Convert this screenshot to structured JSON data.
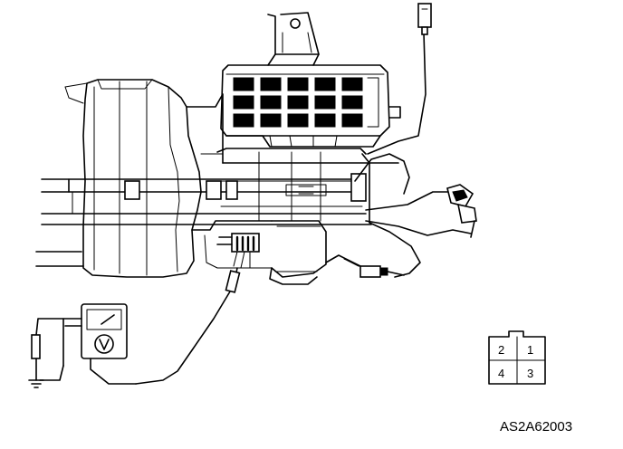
{
  "diagram": {
    "reference_code": "AS2A62003",
    "connector_pins": {
      "top_left": "2",
      "top_right": "1",
      "bottom_left": "4",
      "bottom_right": "3"
    },
    "icons": {
      "voltmeter": "voltmeter-icon",
      "ground": "ground-icon",
      "connector": "connector-face-icon",
      "blower": "blower-unit-icon"
    }
  }
}
